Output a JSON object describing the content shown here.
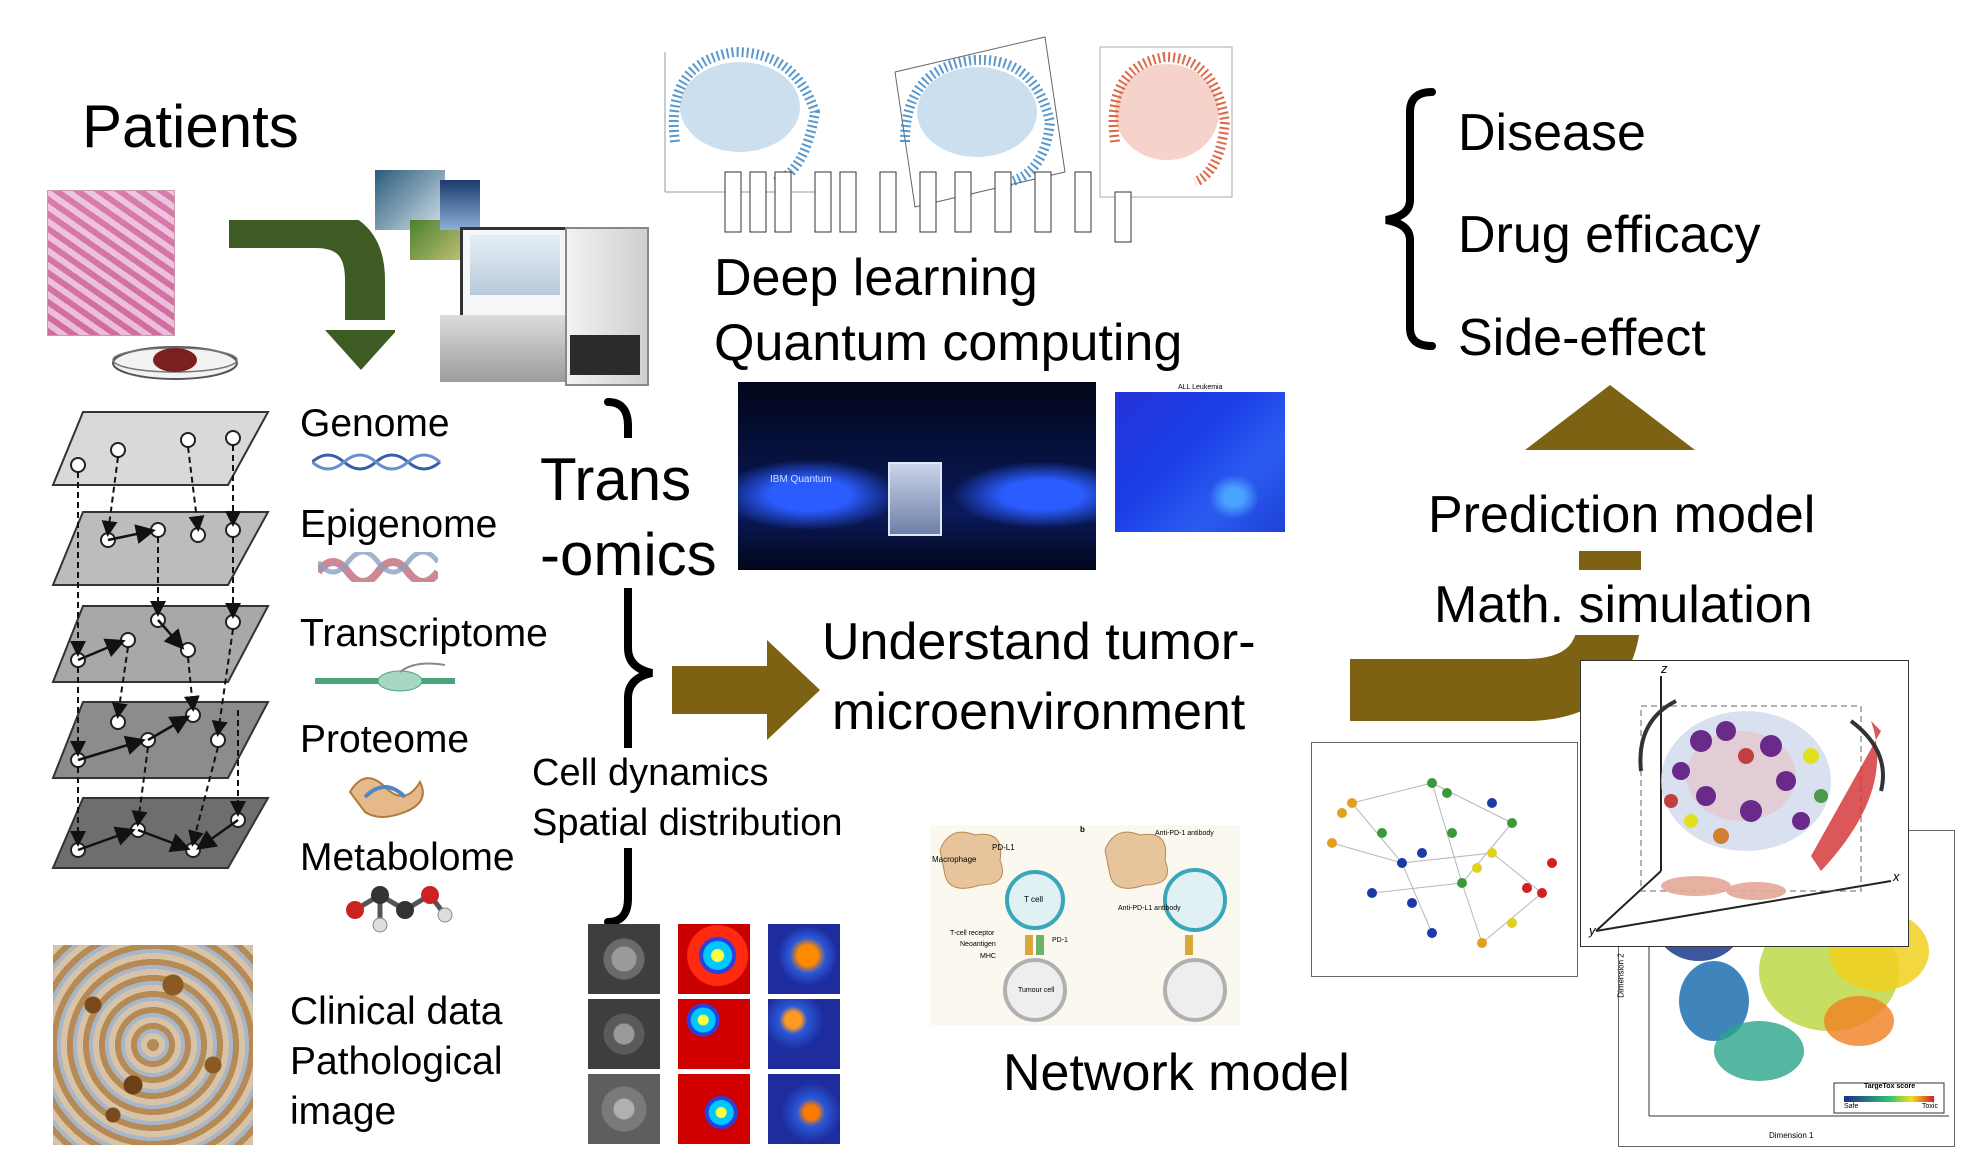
{
  "patients": "Patients",
  "omics": {
    "genome": "Genome",
    "epigenome": "Epigenome",
    "transcriptome": "Transcriptome",
    "proteome": "Proteome",
    "metabolome": "Metabolome"
  },
  "clinical": [
    "Clinical data",
    "Pathological",
    "image"
  ],
  "transomics": [
    "Trans",
    "-omics"
  ],
  "cell": [
    "Cell dynamics",
    "Spatial distribution"
  ],
  "deep": [
    "Deep learning",
    "Quantum computing"
  ],
  "understand": [
    "Understand tumor-",
    "microenvironment"
  ],
  "network_model": "Network model",
  "outcomes": [
    "Disease",
    "Drug efficacy",
    "Side-effect"
  ],
  "prediction": "Prediction model",
  "math": "Math. simulation",
  "heatmap_title": "ALL Leukemia",
  "targetox": {
    "legend_title": "TargeTox score",
    "safe": "Safe",
    "toxic": "Toxic",
    "dimension1": "Dimension 1",
    "dimension2": "Dimension 2"
  },
  "axis3d": {
    "x": "x",
    "y": "y",
    "z": "z"
  },
  "ibm": "IBM Quantum",
  "pdl1": {
    "macrophage": "Macrophage",
    "pdl1": "PD-L1",
    "tcell": "T cell",
    "tcr": "T-cell receptor",
    "neo": "Neoantigen",
    "mhc": "MHC",
    "pd1": "PD-1",
    "tumour": "Tumour cell",
    "anti_pd1": "Anti-PD-1 antibody",
    "anti_pdl1": "Anti-PD-L1 antibody",
    "panel_b": "b"
  },
  "colors": {
    "olive": "#7d6214",
    "green_arrow": "#3e5b23",
    "blue_scatter": "#2f7fc1",
    "orange_scatter": "#d6502a"
  }
}
